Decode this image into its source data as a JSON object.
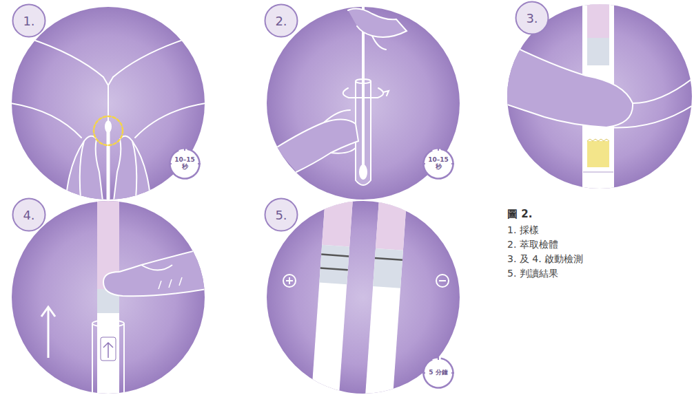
{
  "diagram": {
    "title": "圖 2.",
    "nodes": [
      {
        "text": [
          "1."
        ]
      },
      {
        "text": [
          "10–15 秒"
        ]
      },
      {
        "text": [
          "2."
        ]
      },
      {
        "text": [
          "10–15 秒"
        ]
      },
      {
        "text": [
          "3."
        ]
      },
      {
        "text": [
          "4."
        ]
      },
      {
        "text": [
          "5."
        ]
      },
      {
        "text": [
          "5 分鐘"
        ]
      }
    ],
    "labels": [
      "1. 採樣",
      "2. 萃取檢體",
      "3. 及 4. 啟動檢測",
      "5. 判讀結果"
    ]
  }
}
